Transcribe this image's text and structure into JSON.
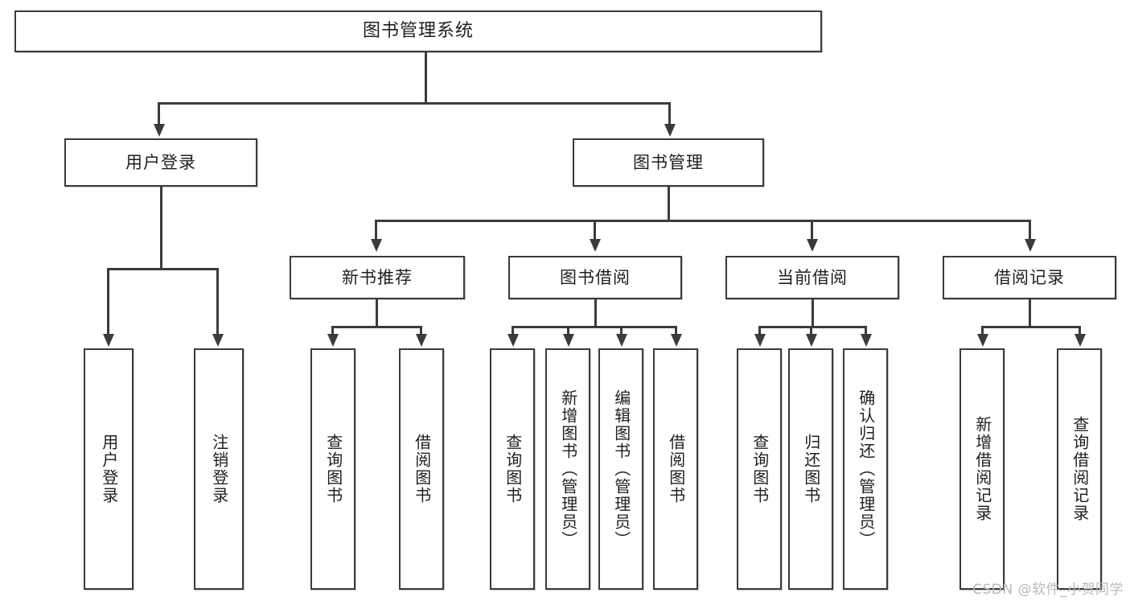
{
  "diagram": {
    "title": "图书管理系统",
    "type": "tree-hierarchy",
    "watermark": "CSDN @软件_小贺同学",
    "root": {
      "id": "root",
      "label": "图书管理系统"
    },
    "level2": [
      {
        "id": "user-login",
        "label": "用户登录"
      },
      {
        "id": "book-manage",
        "label": "图书管理"
      }
    ],
    "level3": [
      {
        "id": "new-book-recommend",
        "label": "新书推荐",
        "parent": "book-manage"
      },
      {
        "id": "book-borrow",
        "label": "图书借阅",
        "parent": "book-manage"
      },
      {
        "id": "current-borrow",
        "label": "当前借阅",
        "parent": "book-manage"
      },
      {
        "id": "borrow-record",
        "label": "借阅记录",
        "parent": "book-manage"
      }
    ],
    "leaves": {
      "user_login": [
        {
          "id": "leaf-user-login",
          "label": "用户登录"
        },
        {
          "id": "leaf-user-logout",
          "label": "注销登录"
        }
      ],
      "new_book_recommend": [
        {
          "id": "leaf-query-book-1",
          "label": "查询图书"
        },
        {
          "id": "leaf-borrow-book-1",
          "label": "借阅图书"
        }
      ],
      "book_borrow": [
        {
          "id": "leaf-query-book-2",
          "label": "查询图书"
        },
        {
          "id": "leaf-add-book",
          "label": "新增图书（管理员）"
        },
        {
          "id": "leaf-edit-book",
          "label": "编辑图书（管理员）"
        },
        {
          "id": "leaf-borrow-book-2",
          "label": "借阅图书"
        }
      ],
      "current_borrow": [
        {
          "id": "leaf-query-book-3",
          "label": "查询图书"
        },
        {
          "id": "leaf-return-book",
          "label": "归还图书"
        },
        {
          "id": "leaf-confirm-return",
          "label": "确认归还（管理员）"
        }
      ],
      "borrow_record": [
        {
          "id": "leaf-add-record",
          "label": "新增借阅记录"
        },
        {
          "id": "leaf-query-record",
          "label": "查询借阅记录"
        }
      ]
    },
    "colors": {
      "box_border": "#3b3b3b",
      "box_fill": "#ffffff",
      "text": "#1f1f1f",
      "connector": "#3b3b3b",
      "watermark": "#b9b9b9",
      "background": "#ffffff"
    }
  }
}
